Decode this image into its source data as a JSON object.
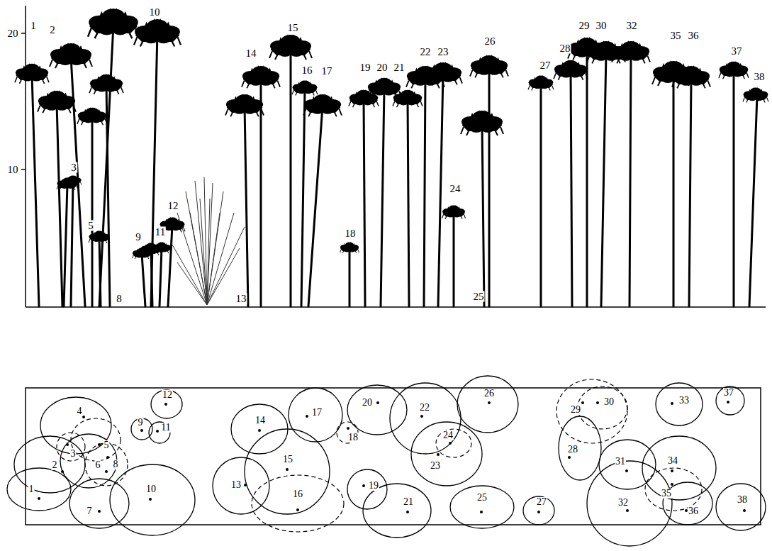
{
  "diagram": {
    "labels": [
      "20",
      "10",
      "1",
      "2",
      "3",
      "5",
      "8",
      "9",
      "10",
      "11",
      "12",
      "13",
      "14",
      "15",
      "16",
      "17",
      "18",
      "19",
      "20",
      "21",
      "22",
      "23",
      "24",
      "25",
      "26",
      "27",
      "28",
      "29",
      "30",
      "32",
      "35",
      "36",
      "37",
      "38",
      "1",
      "2",
      "3",
      "4",
      "5",
      "6",
      "7",
      "8",
      "9",
      "10",
      "11",
      "12",
      "13",
      "14",
      "15",
      "16",
      "17",
      "18",
      "19",
      "20",
      "21",
      "22",
      "23",
      "24",
      "25",
      "26",
      "27",
      "28",
      "29",
      "30",
      "31",
      "32",
      "33",
      "34",
      "35",
      "36",
      "37",
      "38"
    ]
  }
}
